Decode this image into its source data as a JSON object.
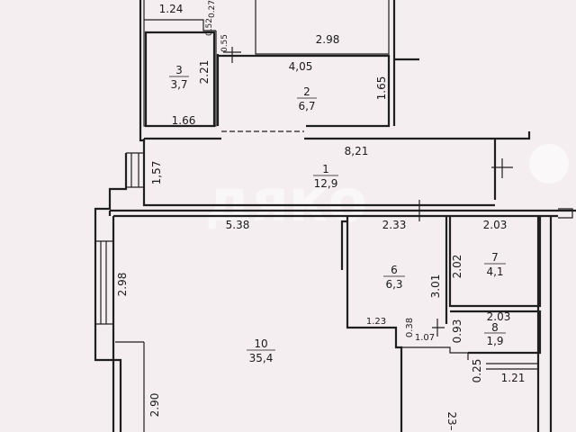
{
  "rooms": [
    {
      "number": "1",
      "area": "12,9"
    },
    {
      "number": "2",
      "area": "6,7"
    },
    {
      "number": "3",
      "area": "3,7"
    },
    {
      "number": "6",
      "area": "6,3"
    },
    {
      "number": "7",
      "area": "4,1"
    },
    {
      "number": "8",
      "area": "1,9"
    },
    {
      "number": "10",
      "area": "35,4"
    }
  ],
  "dimensions": [
    "1.24",
    "0.52",
    "0.27",
    "0.55",
    "2.98",
    "4,05",
    "2.21",
    "1.65",
    "1.66",
    "8,21",
    "1,57",
    "5.38",
    "2.33",
    "2.03",
    "2.02",
    "3.01",
    "2.98",
    "1.23",
    "0.38",
    "1.07",
    "0.93",
    "2.03",
    "0.25",
    "1.21",
    "2.90",
    "23–"
  ],
  "watermark": "дякo"
}
